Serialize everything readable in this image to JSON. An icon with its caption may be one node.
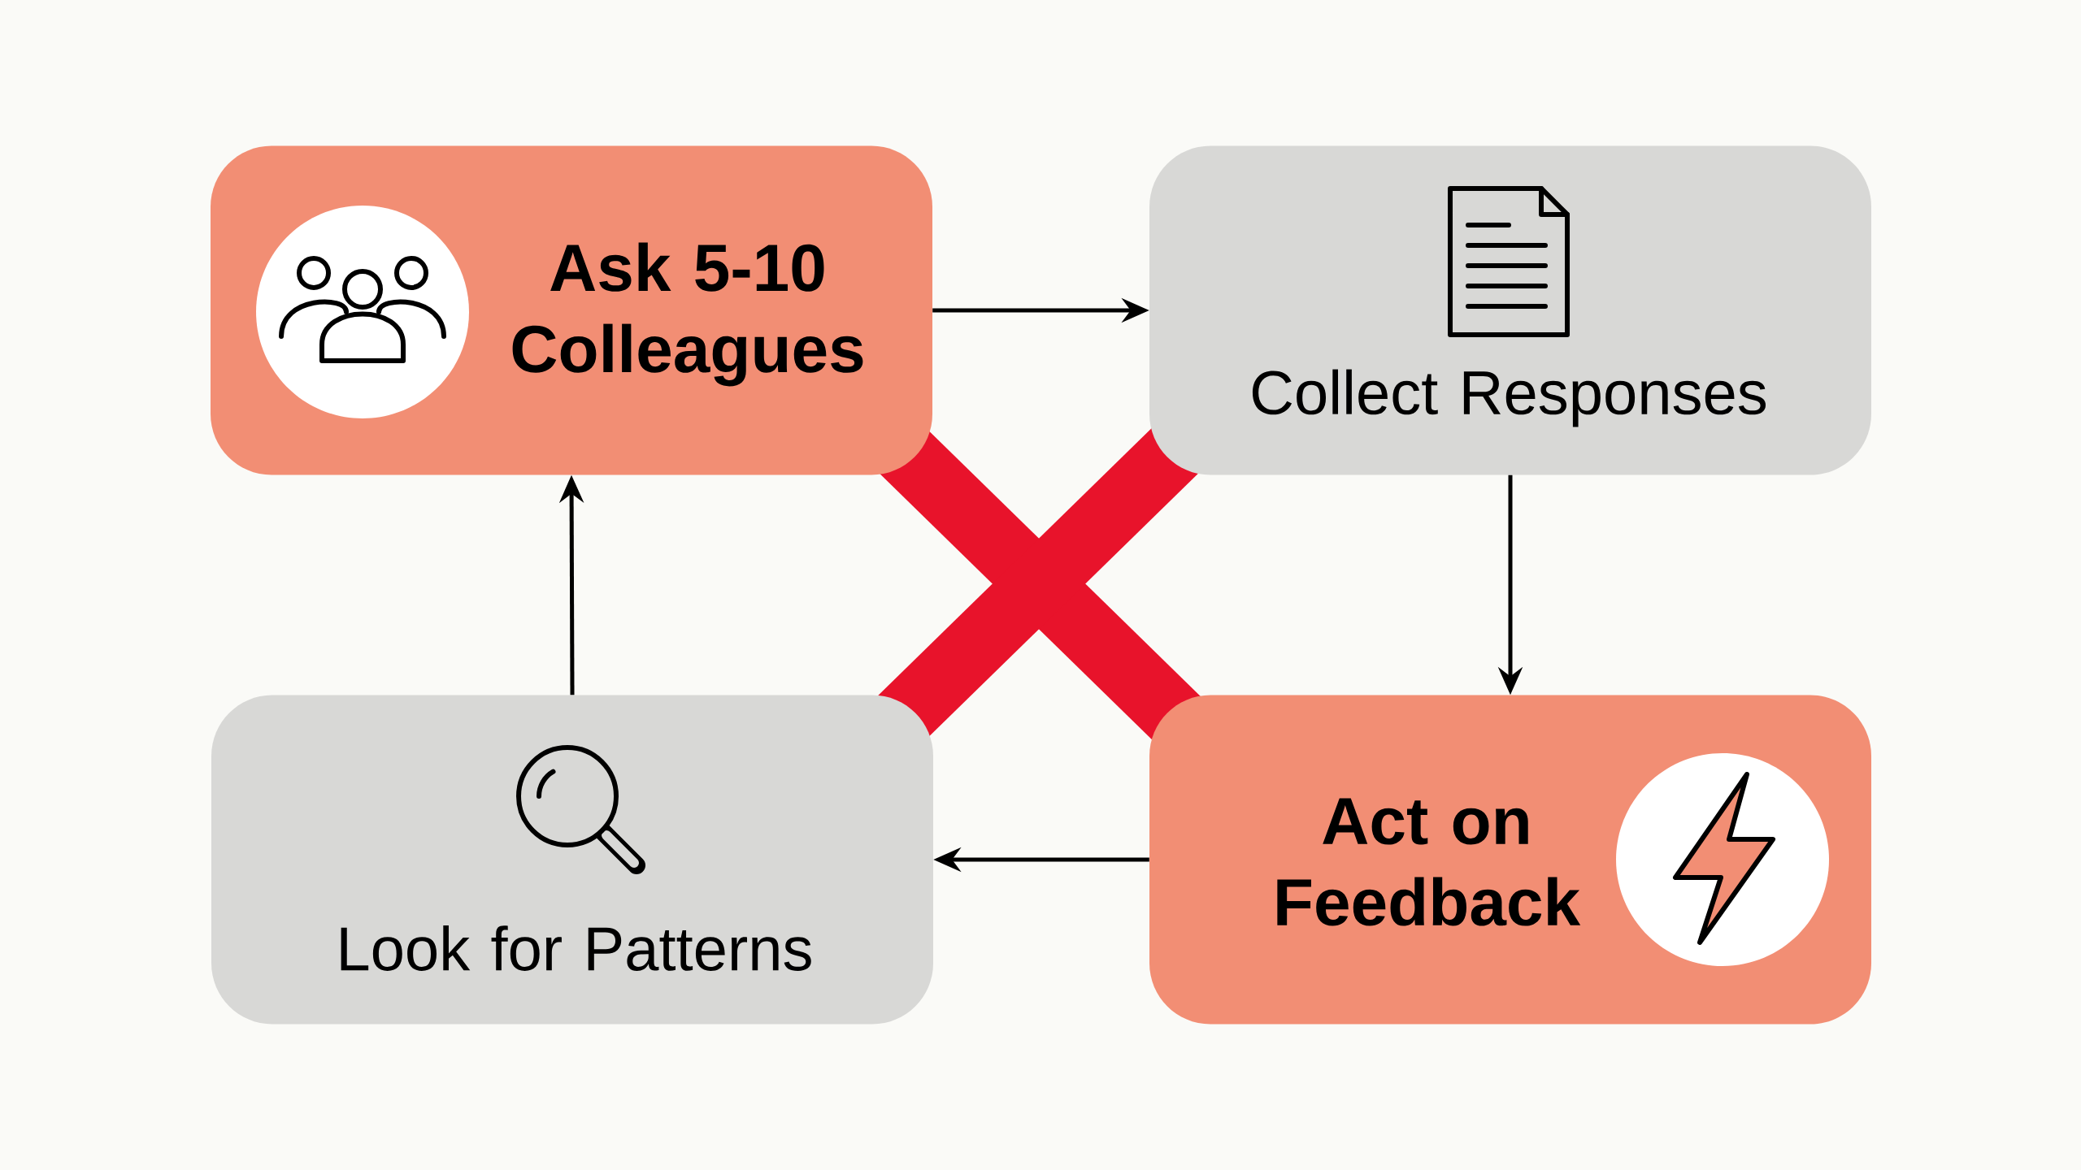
{
  "diagram": {
    "nodes": [
      {
        "text": [
          "Ask 5-10 Colleagues"
        ]
      },
      {
        "text": [
          "Collect Responses"
        ]
      },
      {
        "text": [
          "Look for Patterns"
        ]
      },
      {
        "text": [
          "Act on Feedback"
        ]
      }
    ],
    "edges": [
      {
        "from": 0,
        "to": 1,
        "arrow": "to"
      },
      {
        "from": 1,
        "to": 3,
        "arrow": "to"
      },
      {
        "from": 3,
        "to": 2,
        "arrow": "to"
      },
      {
        "from": 2,
        "to": 0,
        "arrow": "to"
      }
    ]
  }
}
